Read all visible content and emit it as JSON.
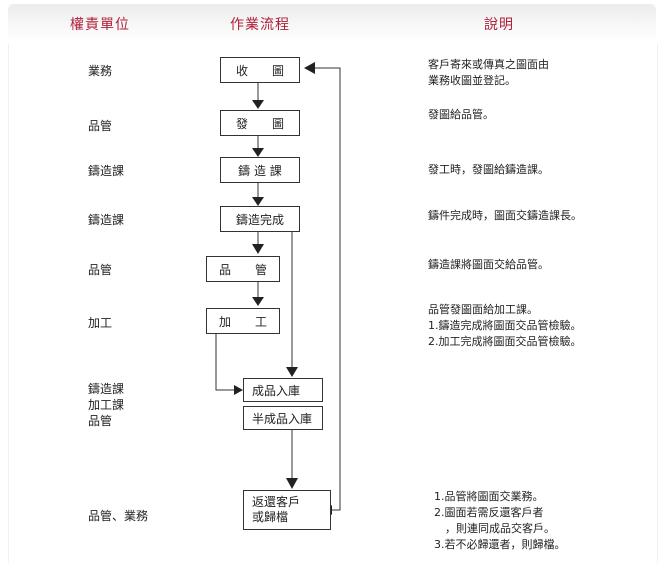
{
  "headers": {
    "unit": "權責單位",
    "flow": "作業流程",
    "desc": "說明"
  },
  "rows": [
    {
      "unit": "業務",
      "box": "收　　圖",
      "desc": [
        "客戶寄來或傳真之圖面由",
        "業務收圖並登記。"
      ]
    },
    {
      "unit": "品管",
      "box": "發　　圖",
      "desc": [
        "發圖給品管。"
      ]
    },
    {
      "unit": "鑄造課",
      "box": "鑄 造 課",
      "desc": [
        "發工時，發圖給鑄造課。"
      ]
    },
    {
      "unit": "鑄造課",
      "box": "鑄造完成",
      "desc": [
        "鑄件完成時，圖面交鑄造課長。"
      ]
    },
    {
      "unit": "品管",
      "box": "品　　管",
      "desc": [
        "鑄造課將圖面交給品管。"
      ]
    },
    {
      "unit": "加工",
      "box": "加　　工",
      "desc": [
        "品管發圖面給加工課。",
        "1.鑄造完成將圖面交品管檢驗。",
        "2.加工完成將圖面交品管檢驗。"
      ]
    },
    {
      "unit": [
        "鑄造課",
        "加工課",
        "品管"
      ],
      "boxes": [
        "成品入庫",
        "半成品入庫"
      ],
      "desc": []
    },
    {
      "unit": "品管、業務",
      "box": [
        "返還客戶",
        "或歸檔"
      ],
      "desc": [
        "1.品管將圖面交業務。",
        "2.圖面若需反還客戶者",
        "　，則連同成品交客戶。",
        "3.若不必歸還者，則歸檔。"
      ]
    }
  ]
}
